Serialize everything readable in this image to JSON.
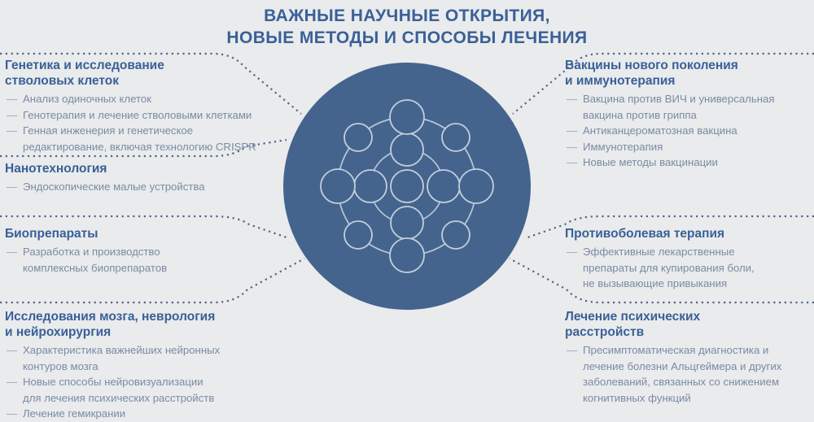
{
  "title": {
    "line1": "ВАЖНЫЕ НАУЧНЫЕ ОТКРЫТИЯ,",
    "line2": "НОВЫЕ МЕТОДЫ И СПОСОБЫ ЛЕЧЕНИЯ",
    "color": "#3a6098"
  },
  "theme": {
    "background": "#e9ebec",
    "hub_fill": "#44648e",
    "hub_stroke": "#b9c6d6",
    "heading_color": "#3a6098",
    "body_color": "#7b8ba3",
    "dot_color": "#51638a",
    "divider_color": "#6b7fa3"
  },
  "bullet_dash": "—",
  "hub": {
    "label": "network-diagram",
    "center_nodes": 1,
    "inner_ring_nodes": 4,
    "outer_ring_nodes": 8
  },
  "left_sections": [
    {
      "heading_lines": [
        "Генетика и исследование",
        "стволовых клеток"
      ],
      "items": [
        {
          "lines": [
            "Анализ одиночных клеток"
          ]
        },
        {
          "lines": [
            "Генотерапия и лечение стволовыми клетками"
          ]
        },
        {
          "lines": [
            "Генная инженерия и генетическое",
            "редактирование, включая технологию CRISPR"
          ]
        }
      ]
    },
    {
      "heading_lines": [
        "Нанотехнология"
      ],
      "items": [
        {
          "lines": [
            "Эндоскопические малые устройства"
          ]
        }
      ]
    },
    {
      "heading_lines": [
        "Биопрепараты"
      ],
      "items": [
        {
          "lines": [
            "Разработка и производство",
            "комплексных биопрепаратов"
          ]
        }
      ]
    },
    {
      "heading_lines": [
        "Исследования мозга, неврология",
        "и нейрохирургия"
      ],
      "items": [
        {
          "lines": [
            "Характеристика важнейших нейронных",
            "контуров мозга"
          ]
        },
        {
          "lines": [
            "Новые способы нейровизуализации",
            "для лечения психических расстройств"
          ]
        },
        {
          "lines": [
            "Лечение гемикрании"
          ]
        }
      ]
    }
  ],
  "right_sections": [
    {
      "heading_lines": [
        "Вакцины нового поколения",
        "и иммунотерапия"
      ],
      "items": [
        {
          "lines": [
            "Вакцина против ВИЧ и универсальная",
            "вакцина против гриппа"
          ]
        },
        {
          "lines": [
            "Антиканцероматозная вакцина"
          ]
        },
        {
          "lines": [
            "Иммунотерапия"
          ]
        },
        {
          "lines": [
            "Новые методы вакцинации"
          ]
        }
      ]
    },
    {
      "heading_lines": [
        "Противоболевая терапия"
      ],
      "items": [
        {
          "lines": [
            "Эффективные лекарственные",
            "препараты для купирования боли,",
            "не вызывающие привыкания"
          ]
        }
      ]
    },
    {
      "heading_lines": [
        "Лечение психических",
        "расстройств"
      ],
      "items": [
        {
          "lines": [
            "Пресимптоматическая диагностика и",
            "лечение болезни Альцгеймера и других",
            "заболеваний, связанных со снижением",
            "когнитивных функций"
          ]
        }
      ]
    }
  ]
}
